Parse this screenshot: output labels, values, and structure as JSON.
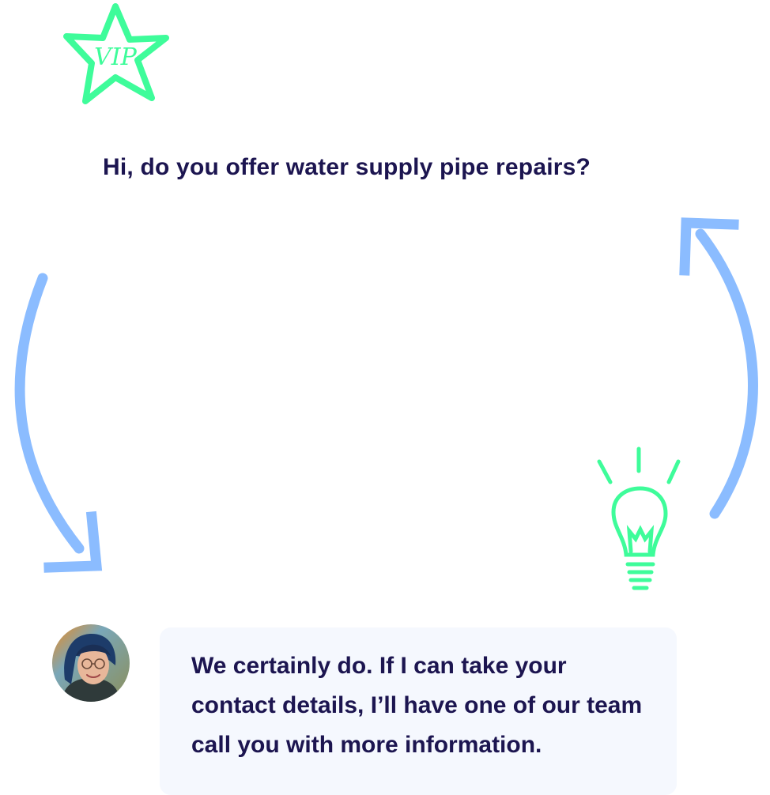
{
  "conversation": {
    "customer_message": "Hi, do you offer water supply pipe repairs?",
    "agent_reply": "We certainly do. If I can take your contact details, I’ll have one of our team call you with more information."
  },
  "badge": {
    "vip_text": "VIP"
  },
  "icons": {
    "star": "star-icon",
    "arrow_down": "curved-arrow-down-icon",
    "arrow_up": "curved-arrow-up-icon",
    "idea": "lightbulb-icon",
    "agent": "avatar"
  },
  "colors": {
    "accent_green": "#3efc9a",
    "accent_blue": "#8bbcff",
    "text_dark": "#1c1550",
    "bubble_bg": "#f5f8fe"
  }
}
